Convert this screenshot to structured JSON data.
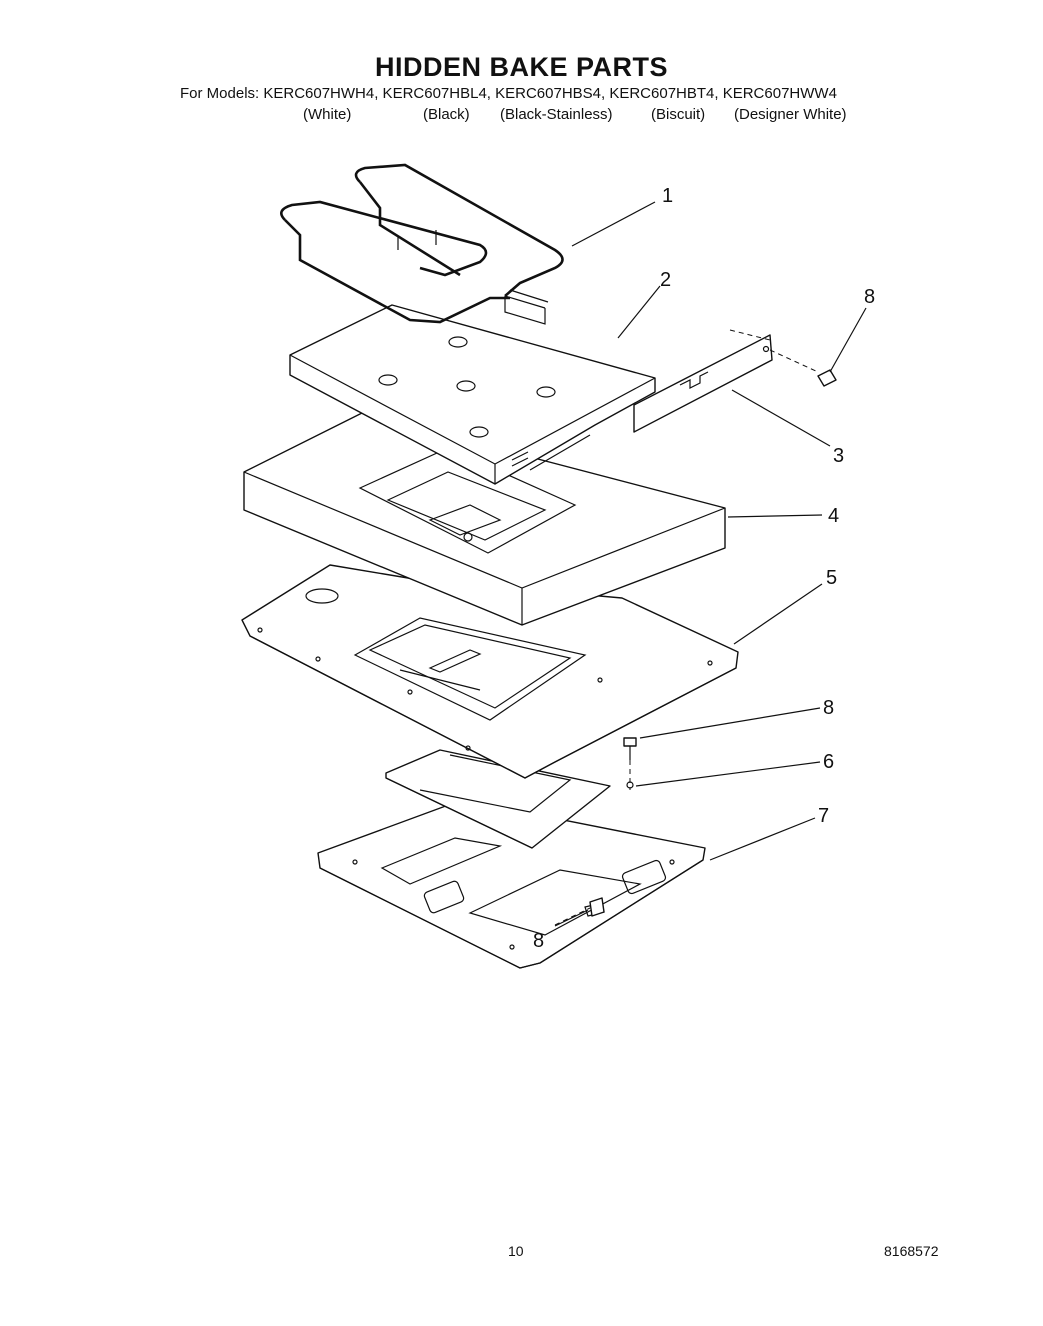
{
  "header": {
    "title": "HIDDEN BAKE PARTS",
    "models_line": "For Models: KERC607HWH4, KERC607HBL4, KERC607HBS4, KERC607HBT4, KERC607HWW4",
    "colors": [
      "(White)",
      "(Black)",
      "(Black-Stainless)",
      "(Biscuit)",
      "(Designer White)"
    ]
  },
  "callouts": {
    "c1": "1",
    "c2": "2",
    "c3": "3",
    "c4": "4",
    "c5": "5",
    "c6": "6",
    "c7": "7",
    "c8a": "8",
    "c8b": "8",
    "c8c": "8"
  },
  "footer": {
    "page_number": "10",
    "document_number": "8168572"
  }
}
